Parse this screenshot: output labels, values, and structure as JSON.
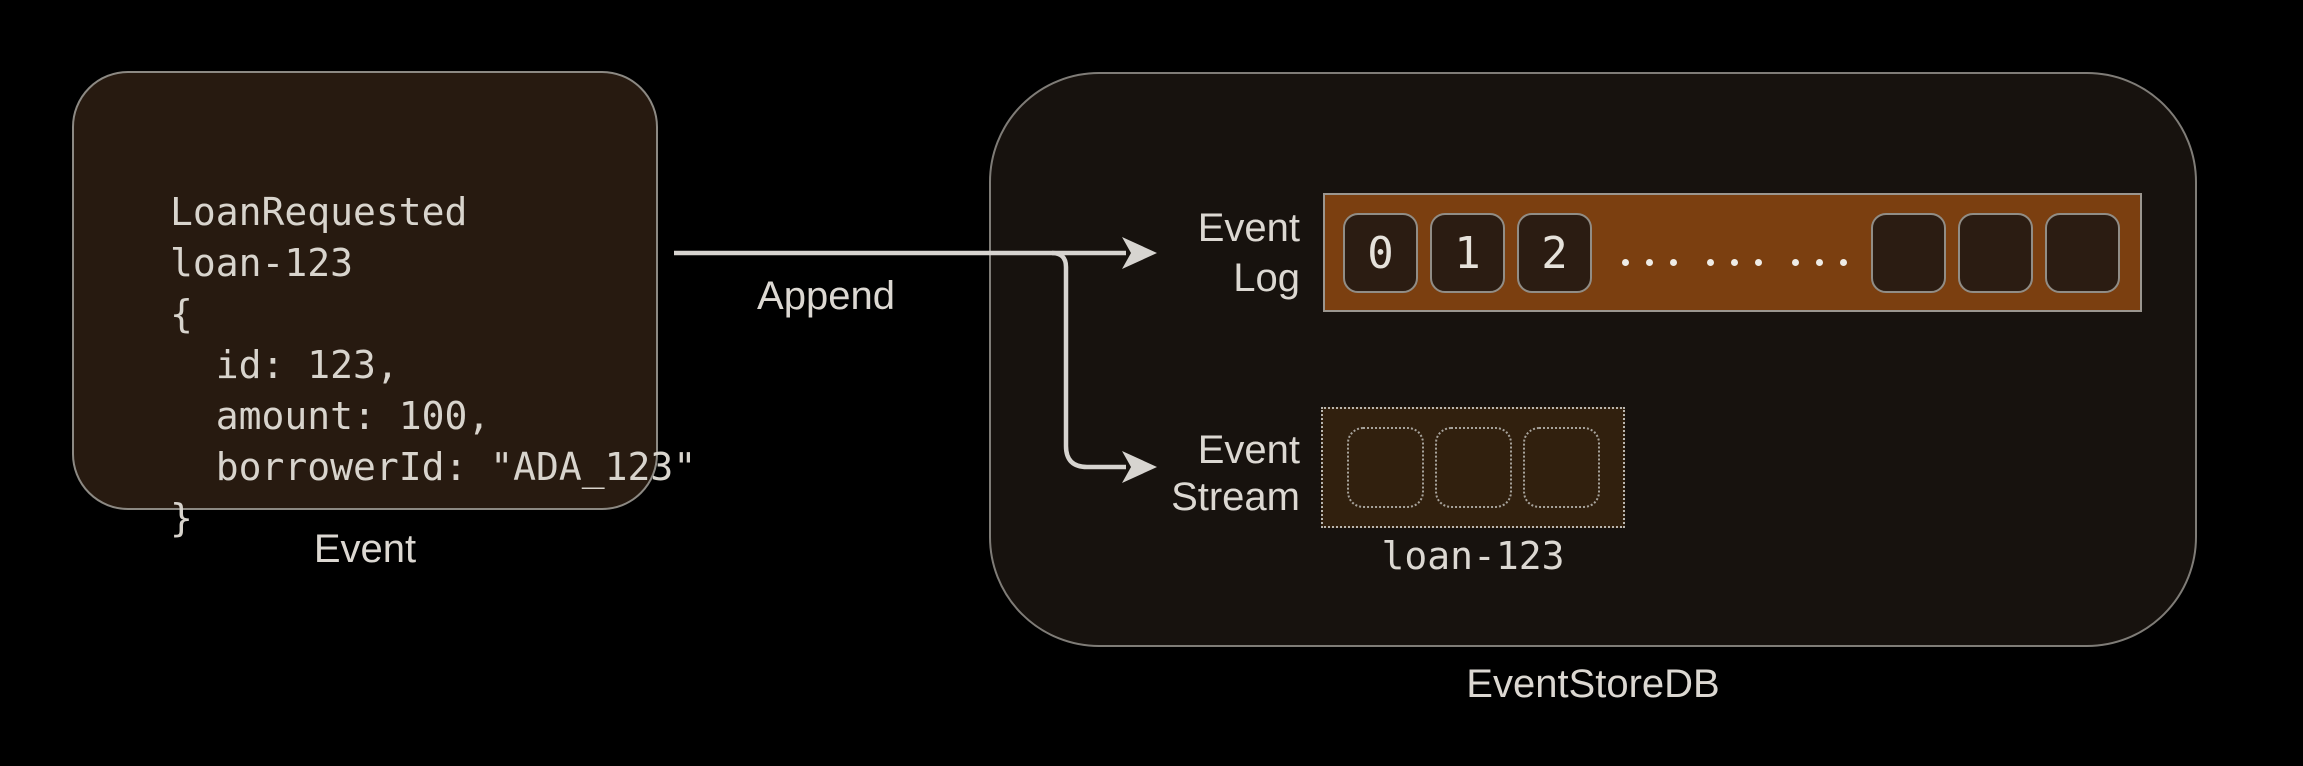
{
  "event_card": {
    "code_lines": [
      "LoanRequested",
      "loan-123",
      "{",
      "  id: 123,",
      "  amount: 100,",
      "  borrowerId: \"ADA_123\"",
      "}"
    ],
    "label": "Event"
  },
  "append_arrow": {
    "label": "Append"
  },
  "store": {
    "label": "EventStoreDB",
    "event_log": {
      "label_line1": "Event",
      "label_line2": "Log",
      "cells": [
        "0",
        "1",
        "2"
      ],
      "ellipsis_groups": 3,
      "ellipsis_dots_per_group": 3,
      "empty_cells": 3
    },
    "event_stream": {
      "label_line1": "Event",
      "label_line2": "Stream",
      "placeholder_cells": 3,
      "stream_name": "loan-123"
    }
  },
  "colors": {
    "background": "#000000",
    "event_card_fill": "#271a10",
    "container_fill": "#17120e",
    "log_bar_fill": "#7b3f10",
    "log_cell_fill": "#2b1c12",
    "stream_box_fill": "#31200e",
    "arrow": "#d7d4d0",
    "text": "#dcd8d2"
  }
}
